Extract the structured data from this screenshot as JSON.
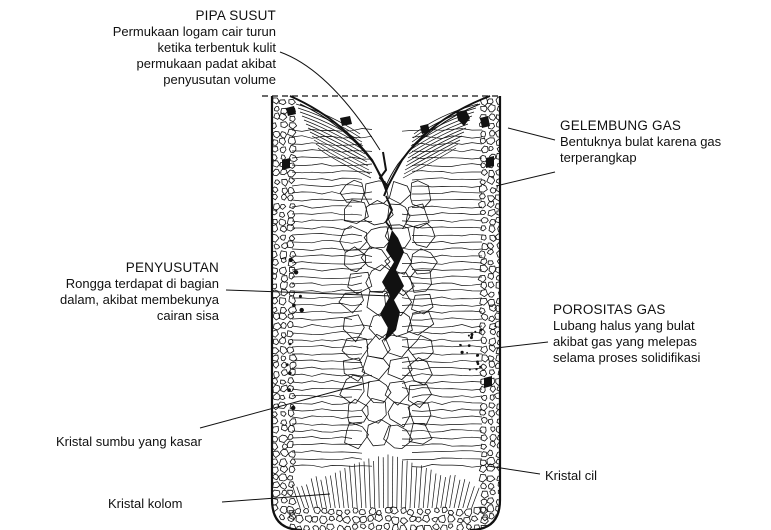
{
  "labels": {
    "pipa_susut": {
      "title": "PIPA SUSUT",
      "lines": [
        "Permukaan logam cair turun",
        "ketika terbentuk kulit",
        "permukaan padat akibat",
        "penyusutan volume"
      ]
    },
    "gelembung_gas": {
      "title": "GELEMBUNG GAS",
      "lines": [
        "Bentuknya bulat karena gas",
        "terperangkap"
      ]
    },
    "penyusutan": {
      "title": "PENYUSUTAN",
      "lines": [
        "Rongga terdapat di bagian",
        "dalam, akibat membekunya",
        "cairan sisa"
      ]
    },
    "porositas_gas": {
      "title": "POROSITAS GAS",
      "lines": [
        "Lubang halus yang bulat",
        "akibat gas yang melepas",
        "selama proses solidifikasi"
      ]
    },
    "kristal_sumbu": "Kristal sumbu yang kasar",
    "kristal_cil": "Kristal cil",
    "kristal_kolom": "Kristal kolom"
  },
  "colors": {
    "ink": "#111111",
    "background": "#ffffff"
  }
}
